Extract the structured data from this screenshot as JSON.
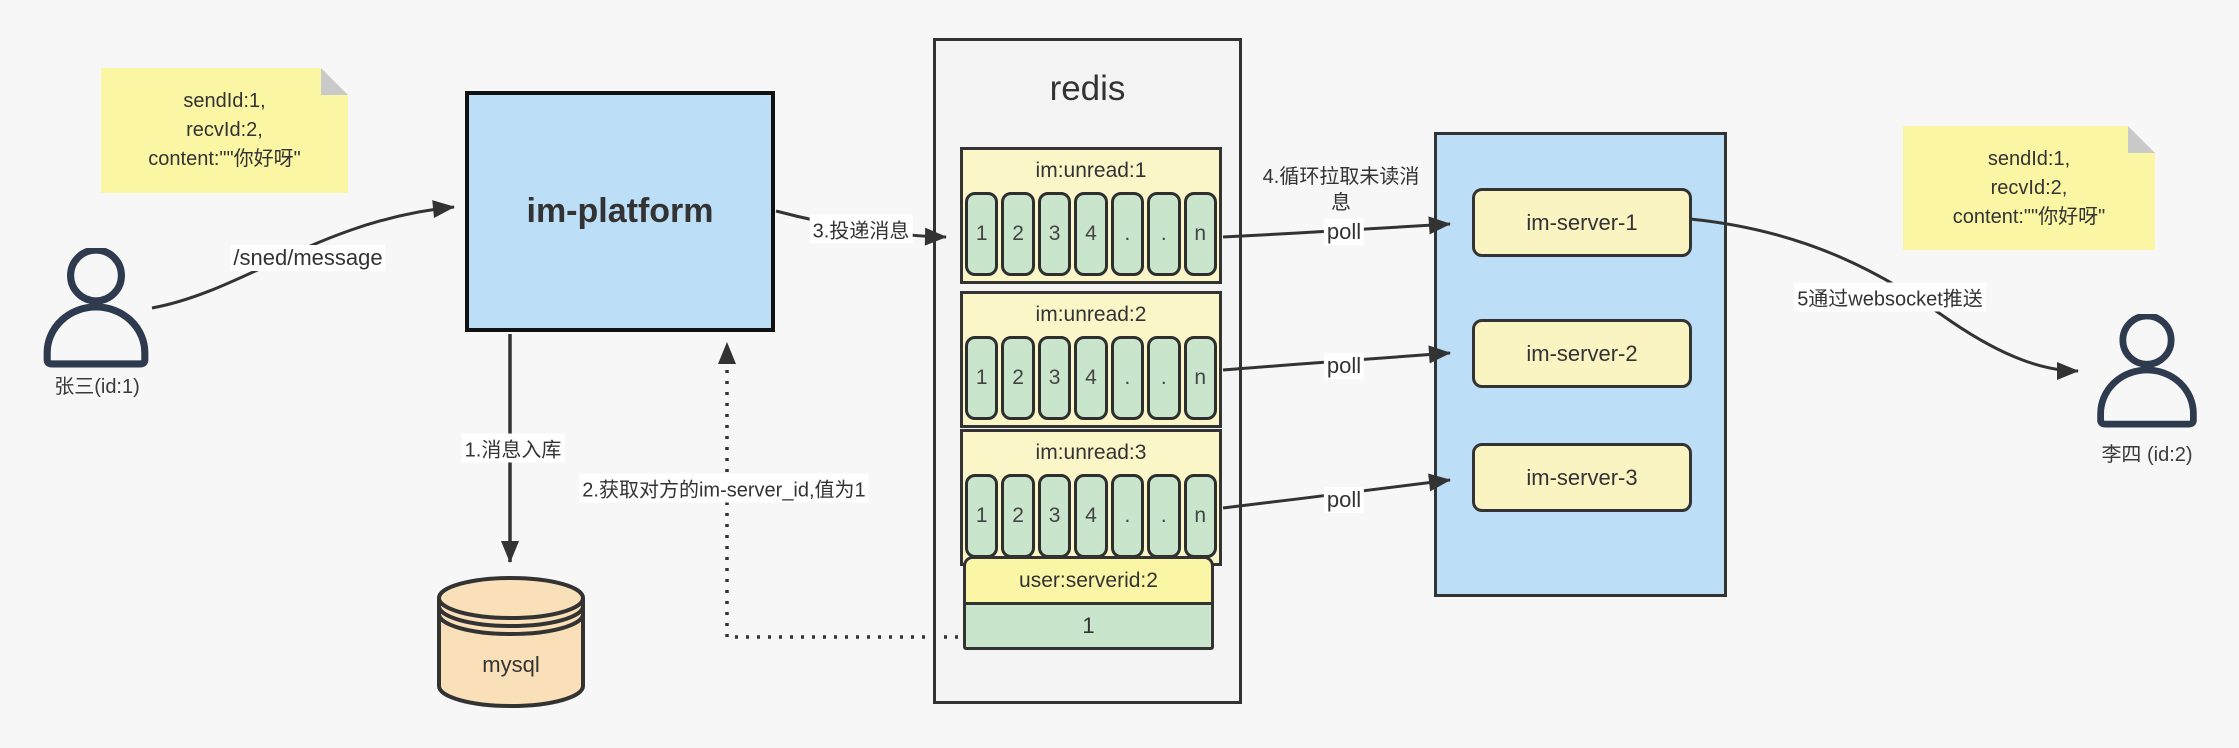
{
  "colors": {
    "background": "#F7F7F7",
    "blue_fill": "#BDDEF7",
    "note_yellow": "#FBF6A3",
    "queue_yellow": "#FAF6C8",
    "server_yellow": "#FAF4C3",
    "cell_green": "#C9E5CB",
    "mysql_orange": "#FAE0B8",
    "redis_gray": "#F4F4F4",
    "line_dark": "#333333",
    "person_navy": "#2E3A4D"
  },
  "actors": {
    "sender": {
      "label": "张三(id:1)"
    },
    "receiver": {
      "label": "李四 (id:2)"
    }
  },
  "notes": {
    "left": {
      "lines": [
        "sendId:1,",
        "recvId:2,",
        "content:\"\"你好呀\""
      ]
    },
    "right": {
      "lines": [
        "sendId:1,",
        "recvId:2,",
        "content:\"\"你好呀\""
      ]
    }
  },
  "platform": {
    "label": "im-platform"
  },
  "database": {
    "label": "mysql"
  },
  "redis": {
    "title": "redis",
    "queues": [
      {
        "title": "im:unread:1",
        "cells": [
          "1",
          "2",
          "3",
          "4",
          ".",
          ".",
          "n"
        ]
      },
      {
        "title": "im:unread:2",
        "cells": [
          "1",
          "2",
          "3",
          "4",
          ".",
          ".",
          "n"
        ]
      },
      {
        "title": "im:unread:3",
        "cells": [
          "1",
          "2",
          "3",
          "4",
          ".",
          ".",
          "n"
        ]
      }
    ],
    "mapping": {
      "title": "user:serverid:2",
      "value": "1"
    }
  },
  "servers": [
    {
      "label": "im-server-1"
    },
    {
      "label": "im-server-2"
    },
    {
      "label": "im-server-3"
    }
  ],
  "edges": {
    "send_api": "/sned/message",
    "step1": "1.消息入库",
    "step2": "2.获取对方的im-server_id,值为1",
    "step3": "3.投递消息",
    "step4": "4.循环拉取未读消息",
    "poll_1": "poll",
    "poll_2": "poll",
    "poll_3": "poll",
    "step5": "5通过websocket推送"
  }
}
